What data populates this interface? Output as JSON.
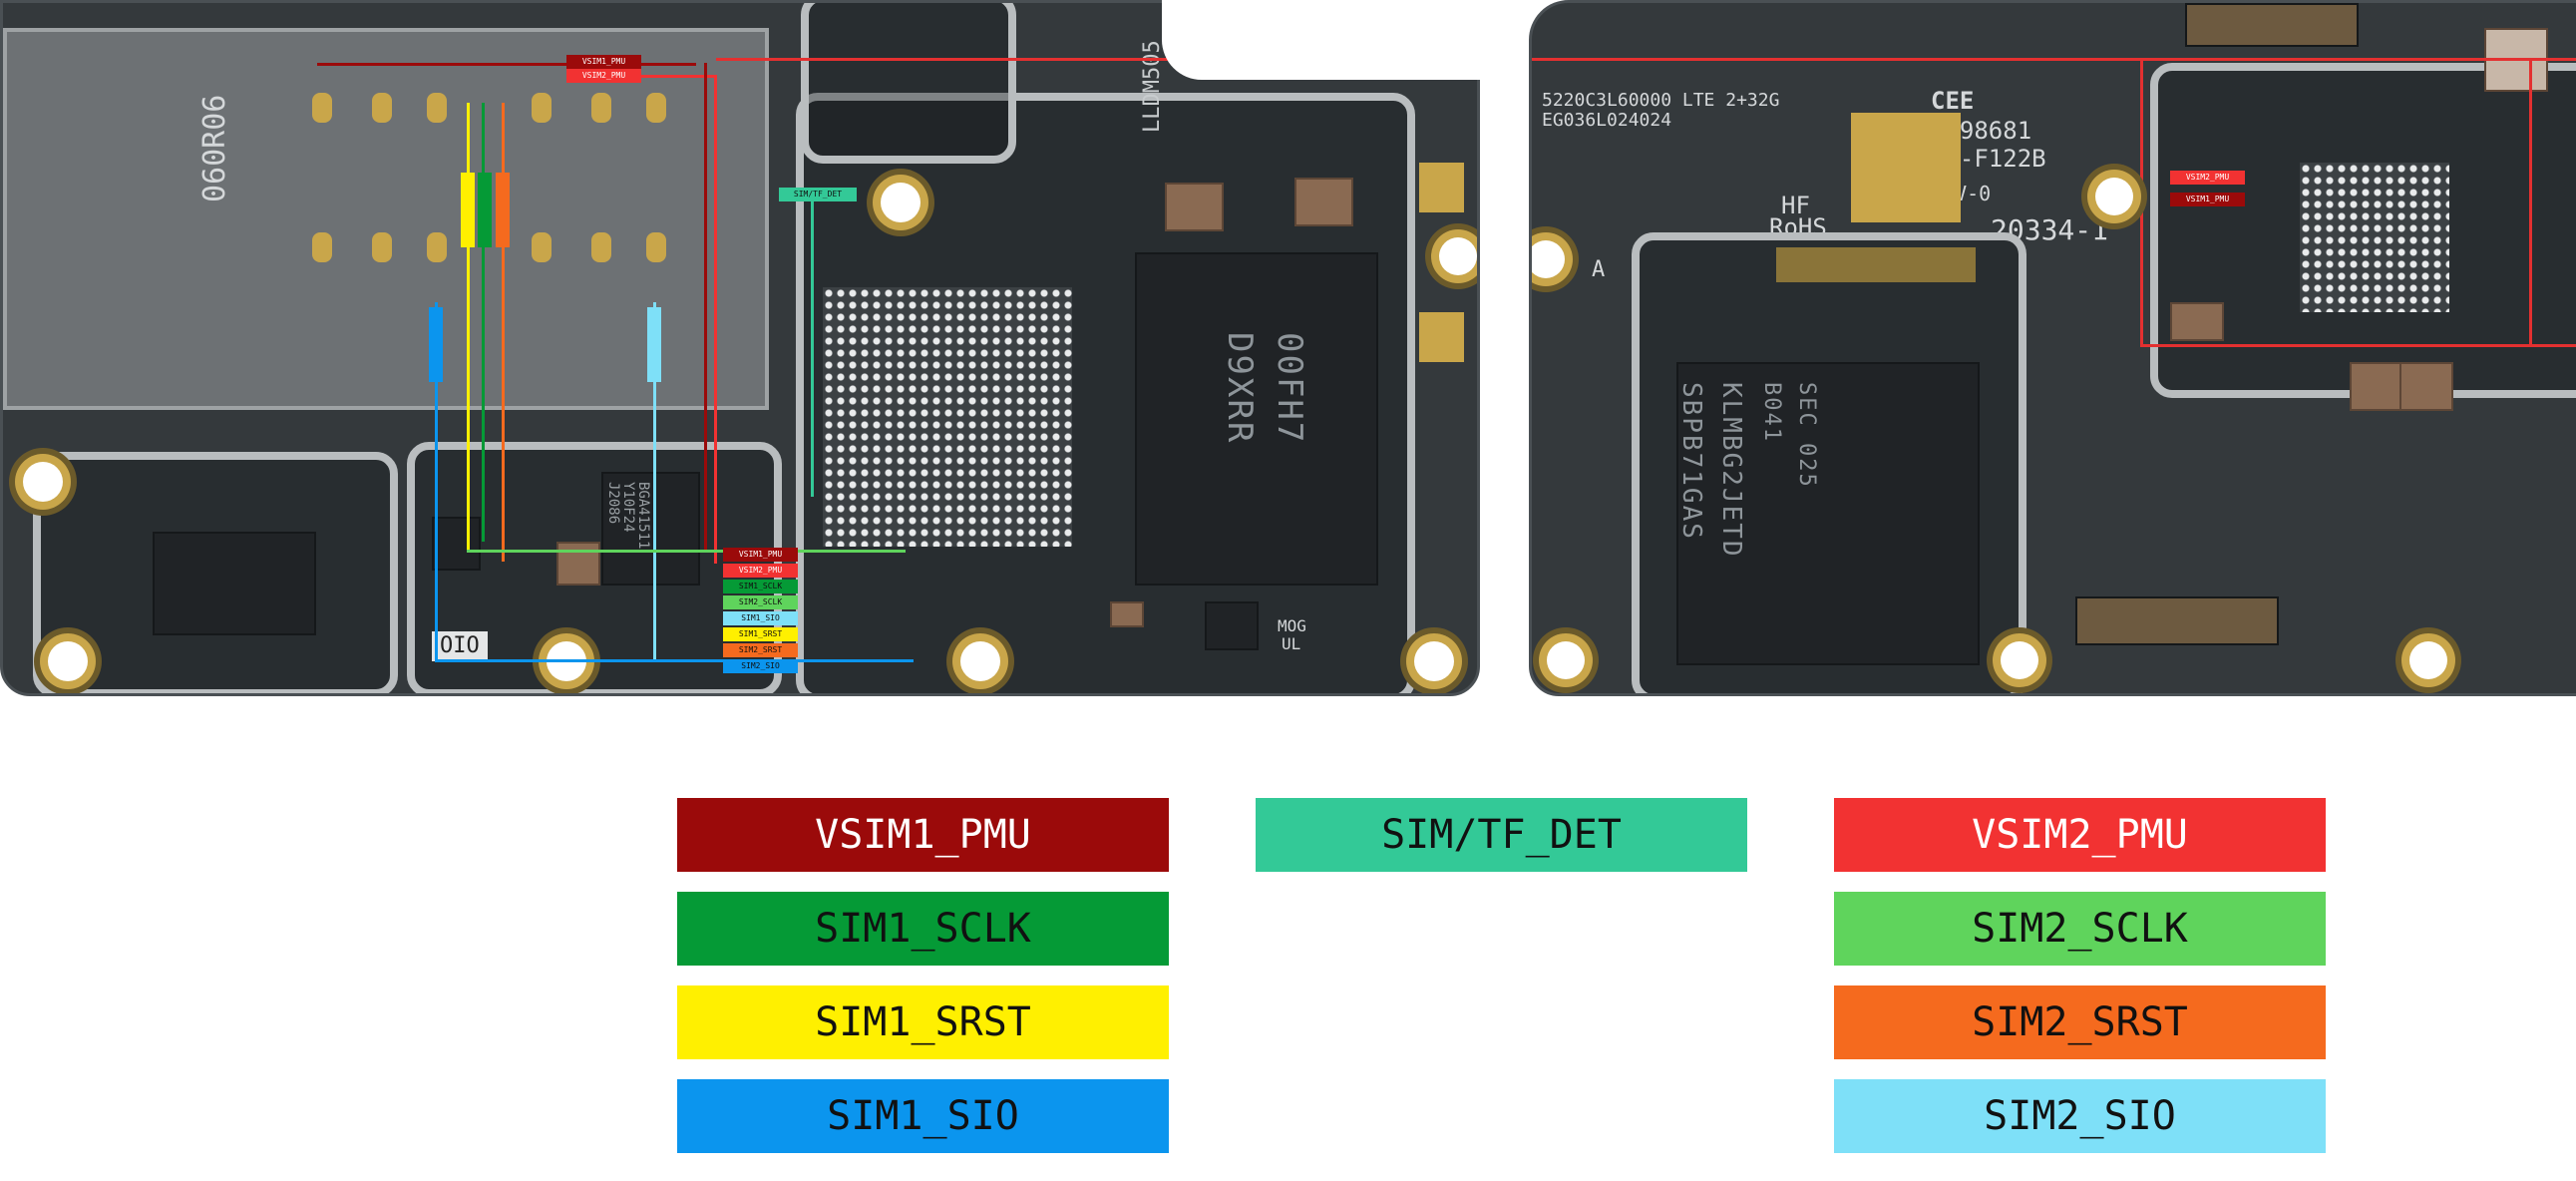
{
  "legend": [
    {
      "id": "vsim1_pmu",
      "label": "VSIM1_PMU",
      "color": "#9b0a0a",
      "text": "light"
    },
    {
      "id": "sim_tf_det",
      "label": "SIM/TF_DET",
      "color": "#33c997",
      "text": "dark"
    },
    {
      "id": "vsim2_pmu",
      "label": "VSIM2_PMU",
      "color": "#f23232",
      "text": "light"
    },
    {
      "id": "sim1_sclk",
      "label": "SIM1_SCLK",
      "color": "#059a36",
      "text": "dark"
    },
    {
      "id": "sim2_sclk",
      "label": "SIM2_SCLK",
      "color": "#5fd45c",
      "text": "dark"
    },
    {
      "id": "sim1_srst",
      "label": "SIM1_SRST",
      "color": "#fff000",
      "text": "dark"
    },
    {
      "id": "sim2_srst",
      "label": "SIM2_SRST",
      "color": "#f56a1e",
      "text": "dark"
    },
    {
      "id": "sim1_sio",
      "label": "SIM1_SIO",
      "color": "#0b95ee",
      "text": "dark"
    },
    {
      "id": "sim2_sio",
      "label": "SIM2_SIO",
      "color": "#7ee0f8",
      "text": "dark"
    }
  ],
  "board_left": {
    "silkscreen": [
      "LLDM505",
      "060R06",
      "00FH7",
      "D9XRR",
      "BGA41511",
      "Y10F24",
      "J2086",
      "OIO",
      "MOG",
      "UL"
    ],
    "probe_labels": [
      "VSIM1_PMU",
      "VSIM2_PMU",
      "SIM/TF_DET",
      "VSIM1_PMU",
      "VSIM2_PMU",
      "SIM1_SCLK",
      "SIM2_SCLK",
      "SIM1_SIO",
      "SIM1_SRST",
      "SIM2_SRST",
      "SIM2_SIO"
    ]
  },
  "board_right": {
    "silkscreen": [
      "5220C3L60000 LTE 2+32G",
      "EG036L024024",
      "CEE",
      "E198681",
      "CA-F122B",
      "94V-0",
      "20334-1",
      "HF",
      "RoHS",
      "A",
      "KLMBG2JETD",
      "SBPB71GAS",
      "B041",
      "SEC 025"
    ],
    "probe_labels": [
      "VSIM2_PMU",
      "VSIM1_PMU"
    ]
  }
}
